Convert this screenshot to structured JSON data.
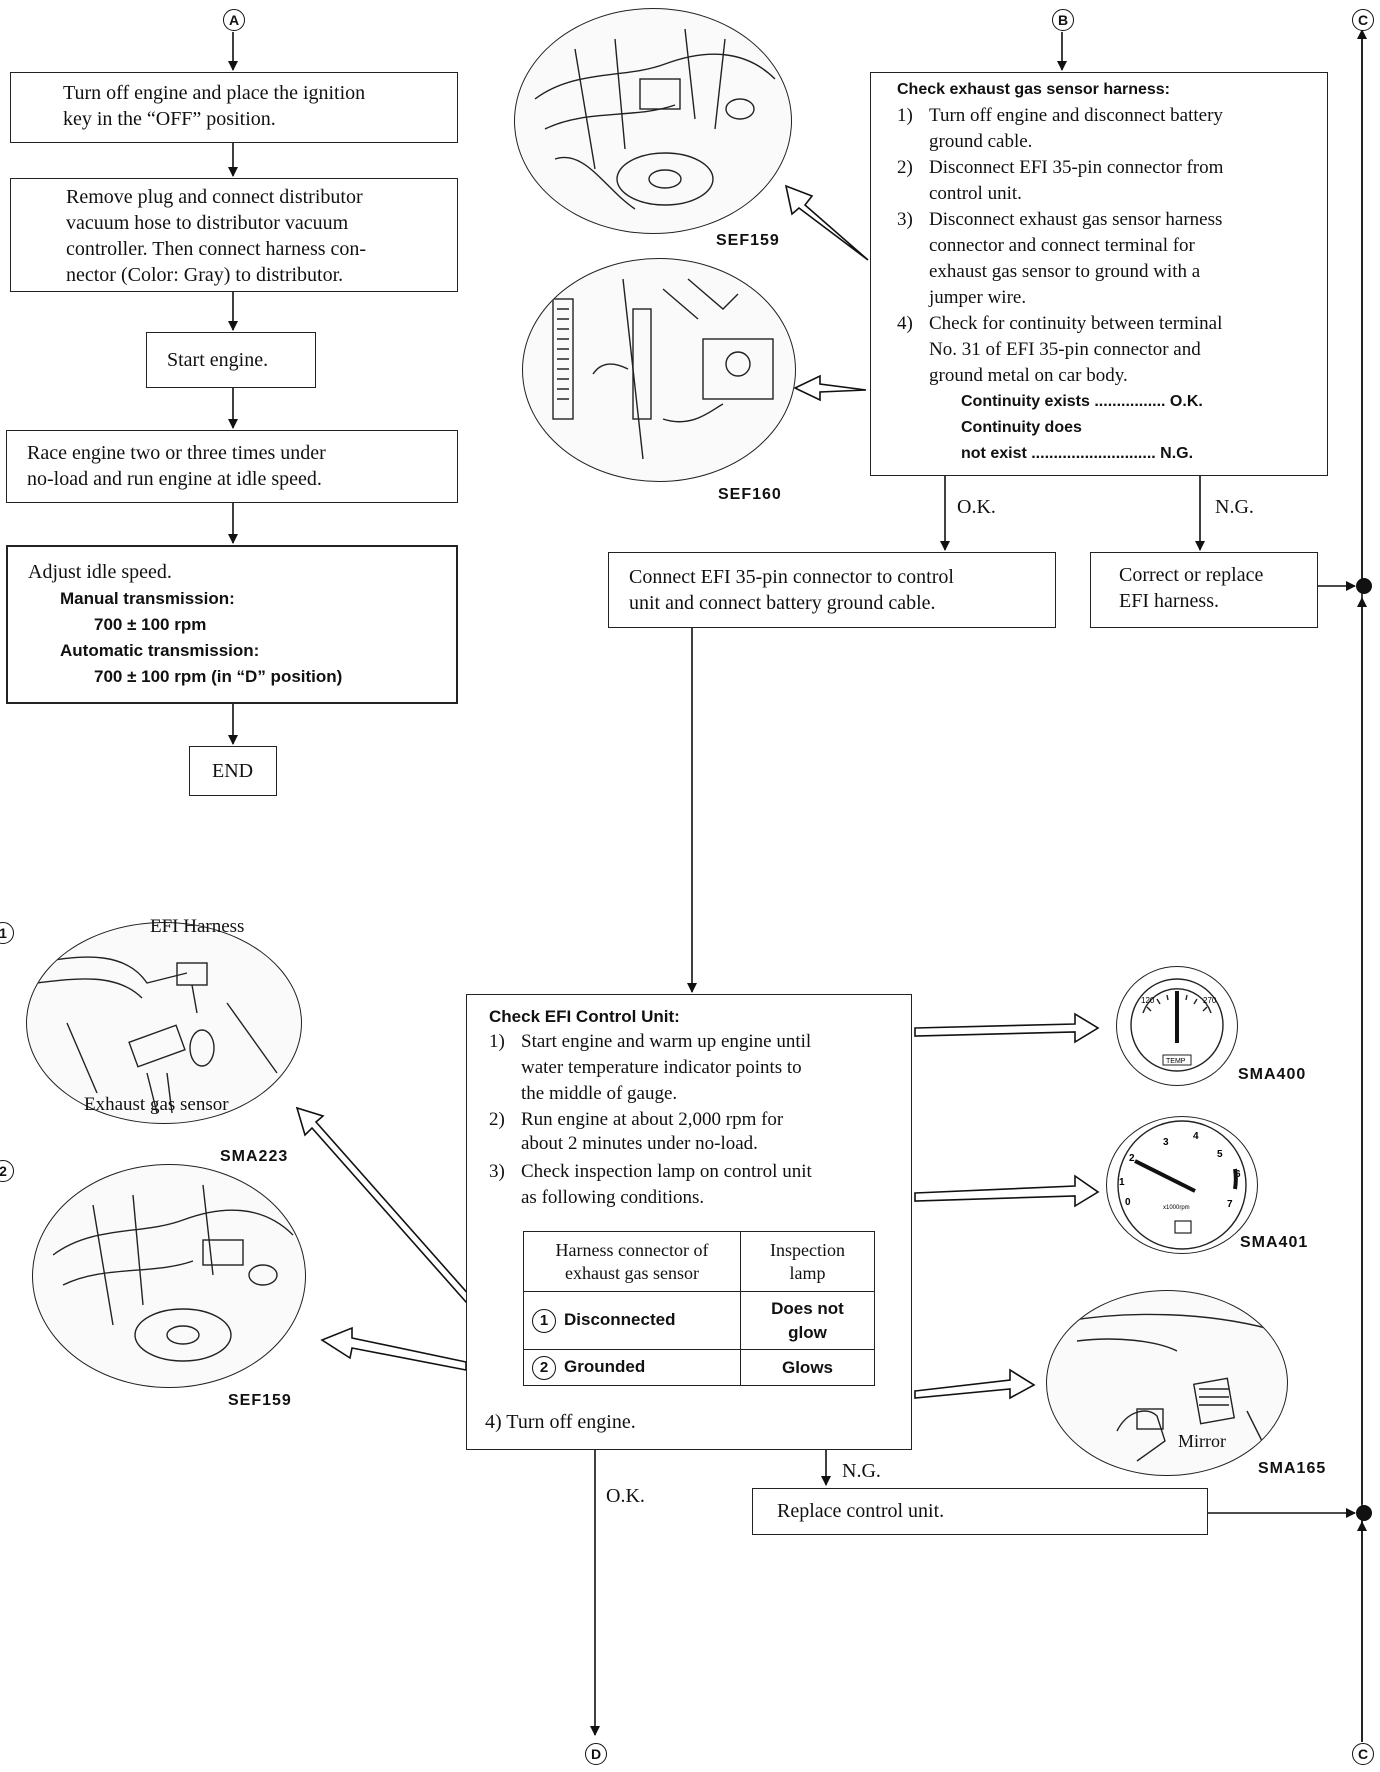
{
  "connectors": {
    "a": "A",
    "b": "B",
    "c_top": "C",
    "c_bottom": "C",
    "d": "D",
    "n1": "1",
    "n2": "2"
  },
  "left_flow": {
    "step1": [
      "Turn off engine and place the ignition",
      "key in the “OFF” position."
    ],
    "step2": [
      "Remove plug and connect distributor",
      "vacuum hose to distributor vacuum",
      "controller. Then connect harness con-",
      "nector (Color:  Gray) to distributor."
    ],
    "step3": "Start engine.",
    "step4": [
      "Race engine two or three times under",
      "no-load and run engine at idle speed."
    ],
    "step5": {
      "title": "Adjust idle speed.",
      "manual_label": "Manual transmission:",
      "manual_value": "700 ± 100 rpm",
      "auto_label": "Automatic transmission:",
      "auto_value": "700 ± 100 rpm (in “D” position)"
    },
    "end": "END"
  },
  "harness_check": {
    "title": "Check exhaust gas sensor harness:",
    "items": [
      {
        "n": "1)",
        "lines": [
          "Turn off engine and disconnect battery",
          "ground cable."
        ]
      },
      {
        "n": "2)",
        "lines": [
          "Disconnect EFI 35-pin connector from",
          "control unit."
        ]
      },
      {
        "n": "3)",
        "lines": [
          "Disconnect exhaust gas sensor harness",
          "connector and connect terminal for",
          "exhaust gas sensor to ground with a",
          "jumper wire."
        ]
      },
      {
        "n": "4)",
        "lines": [
          "Check for continuity between terminal",
          "No. 31 of EFI 35-pin connector and",
          "ground metal on car body."
        ]
      }
    ],
    "cont1": "Continuity exists ................ O.K.",
    "cont2a": "Continuity does",
    "cont2b": "not exist  ............................ N.G."
  },
  "branch_labels": {
    "ok1": "O.K.",
    "ng1": "N.G.",
    "ng2": "N.G.",
    "ok2": "O.K."
  },
  "connect_box": [
    "Connect EFI 35-pin connector to control",
    "unit and connect battery ground cable."
  ],
  "correct_box": [
    "Correct or replace",
    "EFI harness."
  ],
  "efi_check": {
    "title": "Check EFI Control Unit:",
    "items": [
      {
        "n": "1)",
        "lines": [
          "Start engine and warm up engine until",
          "water temperature indicator points to",
          "the middle of gauge."
        ]
      },
      {
        "n": "2)",
        "lines": [
          "Run engine at about 2,000 rpm for",
          "about 2 minutes under no-load."
        ]
      },
      {
        "n": "3)",
        "lines": [
          "Check inspection lamp on control unit",
          "as following conditions."
        ]
      }
    ],
    "table": {
      "h1": [
        "Harness connector of",
        "exhaust gas sensor"
      ],
      "h2": [
        "Inspection",
        "lamp"
      ],
      "r1c1": "Disconnected",
      "r1n": "1",
      "r1c2": [
        "Does not",
        "glow"
      ],
      "r2c1": "Grounded",
      "r2n": "2",
      "r2c2": "Glows"
    },
    "step4": "4)  Turn off engine."
  },
  "replace_box": "Replace control unit.",
  "figures": {
    "sef159a": "SEF159",
    "sef160": "SEF160",
    "sma400": "SMA400",
    "sma401": "SMA401",
    "sma165": "SMA165",
    "sma223": "SMA223",
    "sef159b": "SEF159"
  },
  "fig_text": {
    "efi_harness": "EFI Harness",
    "exhaust_sensor": "Exhaust gas sensor",
    "mirror": "Mirror",
    "g120": "120",
    "g270": "270",
    "temp": "TEMP",
    "t1": "1",
    "t2": "2",
    "t3": "3",
    "t4": "4",
    "t5": "5",
    "t6": "6",
    "t7": "7",
    "t0": "0",
    "tunit": "x1000rpm"
  }
}
